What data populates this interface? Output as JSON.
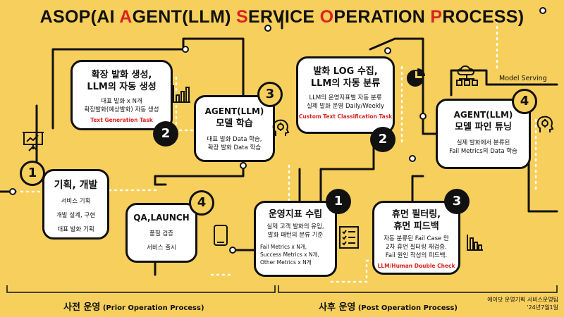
{
  "title": {
    "p1": "ASOP(AI ",
    "a": "A",
    "p2": "GENT(LLM) ",
    "s": "S",
    "p3": "ERVICE ",
    "o": "O",
    "p4": "PERATION ",
    "pr": "P",
    "p5": "ROCESS)"
  },
  "pre_phase": {
    "label": "사전 운영",
    "sub": " (Prior Operation Process)",
    "steps": [
      {
        "num": "1",
        "title": "기획, 개발",
        "lines": [
          "서비스 기획",
          "개발 설계, 구현",
          "대표 발화 기획"
        ]
      },
      {
        "num": "2",
        "title_l1": "확장 발화 생성,",
        "title_l2": "LLM의 자동 생성",
        "lines": [
          "대표 발화 x N개",
          "확장발화(예상발화) 자동 생성"
        ],
        "tag": "Text Generation Task"
      },
      {
        "num": "3",
        "title_l1": "AGENT(LLM)",
        "title_l2": "모델 학습",
        "lines": [
          "대표 발화 Data 학습,",
          "확장 발화 Data 학습"
        ]
      },
      {
        "num": "4",
        "title": "QA,LAUNCH",
        "lines": [
          "품질 검증",
          "서비스 출시"
        ]
      }
    ]
  },
  "post_phase": {
    "label": "사후 운영",
    "sub": " (Post Operation Process)",
    "steps": [
      {
        "num": "1",
        "title": "운영지표 수립",
        "lines": [
          "실제 고객 발화의 유입,",
          "발화 패턴의 분류 기준"
        ],
        "metrics": [
          "Fail Metrics x N개,",
          "Success Metrics x N개,",
          "Other Metrics x N개"
        ]
      },
      {
        "num": "2",
        "title_l1": "발화 LOG 수집,",
        "title_l2": "LLM의 자동 분류",
        "lines": [
          "LLM의 운영지표별 자동 분류",
          "실제 발화 운영 Daily/Weekly"
        ],
        "tag": "Custom Text Classification Task"
      },
      {
        "num": "3",
        "title_l1": "휴먼 필터링,",
        "title_l2": "휴먼 피드백",
        "lines": [
          "자동 분류된 Fail Case 만",
          "2차 휴먼 필터링 재검증.",
          "Fail 원인 작성의 피드백."
        ],
        "tag": "LLM/Human Double Check"
      },
      {
        "num": "4",
        "title_l1": "AGENT(LLM)",
        "title_l2": "모델 파인 튜닝",
        "lines": [
          "실제 발화에서 분류된",
          "Fail Metrics의 Data 학습"
        ]
      }
    ]
  },
  "model_serving": "Model Serving",
  "credit": {
    "line1": "에이닷 운영기획 서비스운영팀",
    "line2": "'24년7월1일"
  },
  "icons": [
    "presentation-icon",
    "bar-chart-icon",
    "ai-head-icon",
    "smartphone-icon",
    "checklist-icon",
    "pie-chart-icon",
    "cloud-network-icon",
    "column-chart-icon"
  ],
  "colors": {
    "background": "#f7cf5c",
    "accent_red": "#d9241f",
    "ink": "#111111"
  }
}
